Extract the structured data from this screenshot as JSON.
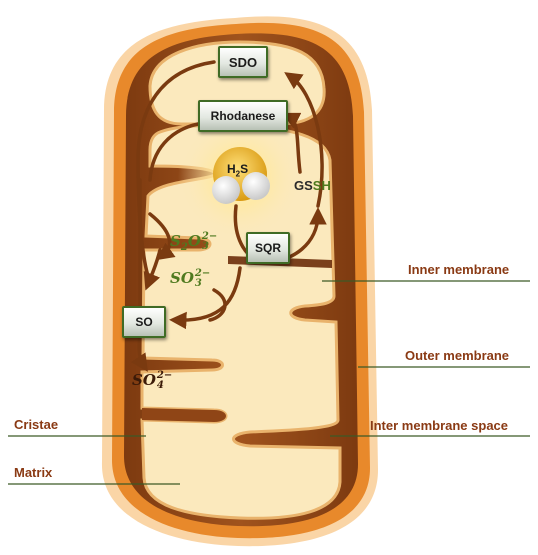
{
  "enzymes": {
    "sdo": "SDO",
    "rhodanese": "Rhodanese",
    "sqr": "SQR",
    "so": "SO"
  },
  "molecules": {
    "h2s": {
      "main": "H",
      "sub": "2",
      "tail": "S"
    },
    "gssh": {
      "part1": "GS",
      "part2": "SH"
    },
    "thiosulfate": {
      "base": "S",
      "sub1": "2",
      "mid": "O",
      "sub2": "3",
      "sup": "2−"
    },
    "sulfite": {
      "base": "SO",
      "sub": "3",
      "sup": "2−"
    },
    "sulfate": {
      "base": "SO",
      "sub": "4",
      "sup": "2−"
    }
  },
  "labels": {
    "inner_membrane": "Inner membrane",
    "outer_membrane": "Outer membrane",
    "inter_membrane_space": "Inter membrane space",
    "cristae": "Cristae",
    "matrix": "Matrix"
  },
  "colors": {
    "outer_glow": "#f4a64a",
    "outer_membrane": "#e8892b",
    "inter_space": "#8f4516",
    "matrix": "#fbe9bd",
    "arrow": "#7a3a10",
    "enzyme_border": "#3f6b25",
    "label_text": "#8a3a14",
    "label_line": "#3c5a26",
    "chem_green": "#4f7a1f",
    "chem_dark": "#3b1a08",
    "h2s_sulfur": "#e0a520"
  }
}
